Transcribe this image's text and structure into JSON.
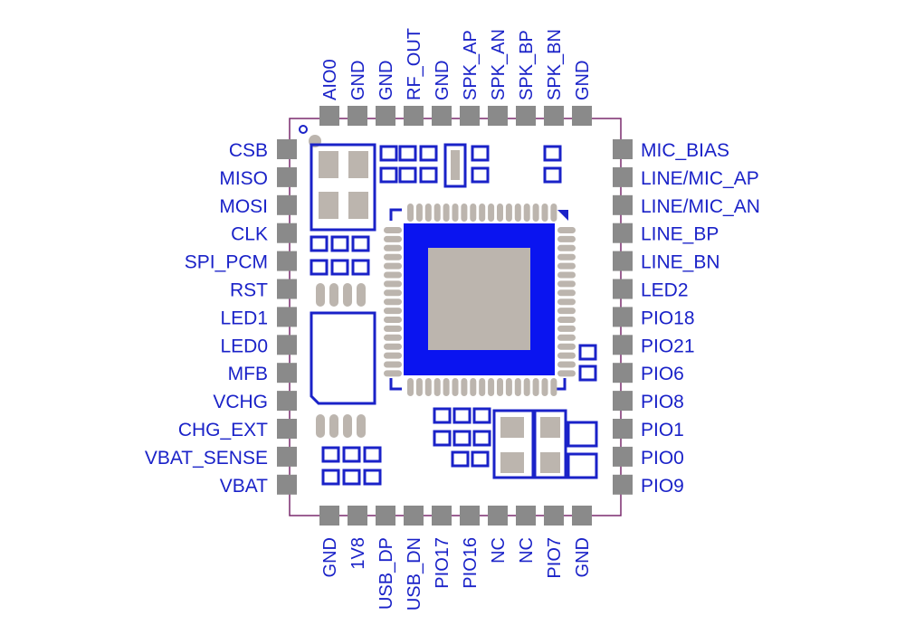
{
  "colors": {
    "blue": "#1a22c8",
    "bright_blue": "#0a14f0",
    "pad": "#bcb5ae",
    "outline": "#7a2a6e",
    "label": "#1a22c8"
  },
  "pins": {
    "top": [
      "AIO0",
      "GND",
      "GND",
      "RF_OUT",
      "GND",
      "SPK_AP",
      "SPK_AN",
      "SPK_BP",
      "SPK_BN",
      "GND"
    ],
    "bottom": [
      "GND",
      "1V8",
      "USB_DP",
      "USB_DN",
      "PIO17",
      "PIO16",
      "NC",
      "NC",
      "PIO7",
      "GND"
    ],
    "left": [
      "CSB",
      "MISO",
      "MOSI",
      "CLK",
      "SPI_PCM",
      "RST",
      "LED1",
      "LED0",
      "MFB",
      "VCHG",
      "CHG_EXT",
      "VBAT_SENSE",
      "VBAT"
    ],
    "right": [
      "MIC_BIAS",
      "LINE/MIC_AP",
      "LINE/MIC_AN",
      "LINE_BP",
      "LINE_BN",
      "LED2",
      "PIO18",
      "PIO21",
      "PIO6",
      "PIO8",
      "PIO1",
      "PIO0",
      "PIO9"
    ]
  }
}
